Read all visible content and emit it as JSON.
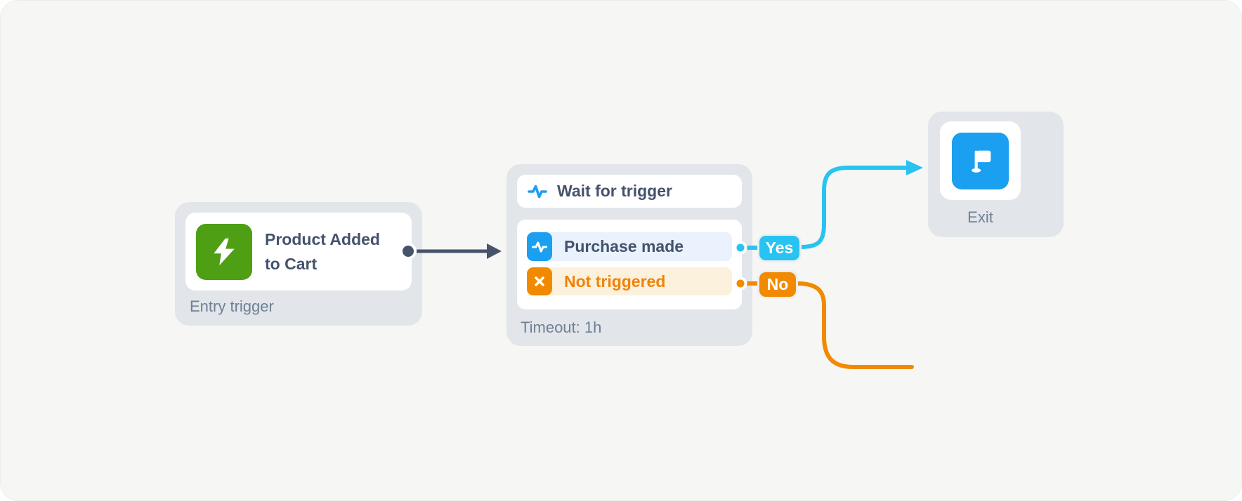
{
  "canvas": {
    "background_color": "#f6f6f4",
    "node_background_color": "#e2e5e9"
  },
  "flow": {
    "entry": {
      "title": "Product Added to Cart",
      "caption": "Entry trigger",
      "icon": "lightning-bolt",
      "icon_color": "#4f9f15",
      "connector_color": "#47536a"
    },
    "wait": {
      "title": "Wait for trigger",
      "title_icon": "pulse",
      "title_icon_color": "#1b9ff0",
      "caption": "Timeout: 1h",
      "branches": [
        {
          "label": "Purchase made",
          "icon": "pulse",
          "icon_color": "#1b9ff0",
          "row_background": "#e9f2fd",
          "connector_label": "Yes",
          "connector_color": "#29c3f2"
        },
        {
          "label": "Not triggered",
          "icon": "x-mark",
          "icon_color": "#f18a00",
          "row_background": "#fcf1dc",
          "connector_label": "No",
          "connector_color": "#f18a00"
        }
      ]
    },
    "exit": {
      "caption": "Exit",
      "icon": "flag",
      "icon_color": "#1b9ff0"
    }
  },
  "text_colors": {
    "node_title": "#45526d",
    "node_caption": "#6f8095",
    "branch_no_label": "#f0830a"
  }
}
